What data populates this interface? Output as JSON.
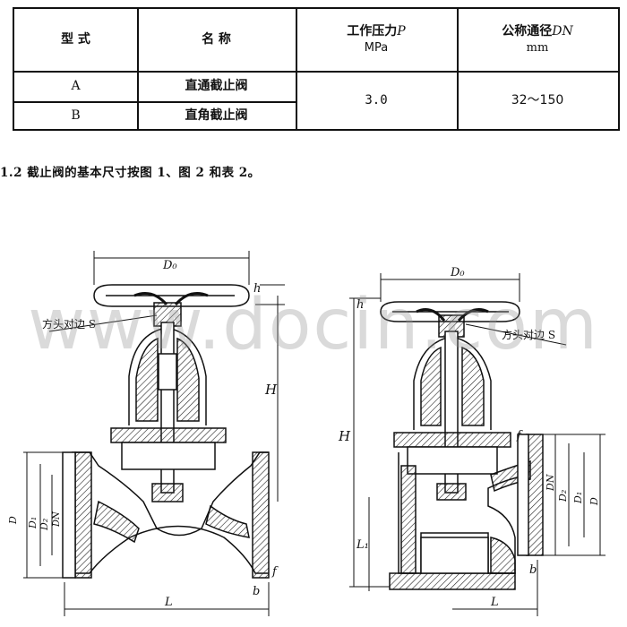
{
  "table": {
    "headers": {
      "type": "型  式",
      "name": "名  称",
      "pressure_label": "工作压力",
      "pressure_symbol": "P",
      "pressure_unit": "MPa",
      "dn_label": "公称通径",
      "dn_symbol": "DN",
      "dn_unit": "mm"
    },
    "rows": [
      {
        "type": "A",
        "name": "直通截止阀"
      },
      {
        "type": "B",
        "name": "直角截止阀"
      }
    ],
    "pressure_value": "3.0",
    "dn_value": "32～150"
  },
  "note": "1.2  截止阀的基本尺寸按图 1、图 2 和表 2。",
  "watermark": "www.docin.com",
  "figure1": {
    "d0": "D₀",
    "h": "h",
    "square": "方头对边 S",
    "H": "H",
    "D": "D",
    "D1": "D₁",
    "D2": "D₂",
    "DN": "DN",
    "f": "f",
    "b": "b",
    "L": "L"
  },
  "figure2": {
    "d0": "D₀",
    "h": "h",
    "square": "方头对边 S",
    "H": "H",
    "L1": "L₁",
    "D": "D",
    "D1": "D₁",
    "D2": "D₂",
    "DN": "DN",
    "f": "f",
    "b": "b",
    "L": "L"
  }
}
